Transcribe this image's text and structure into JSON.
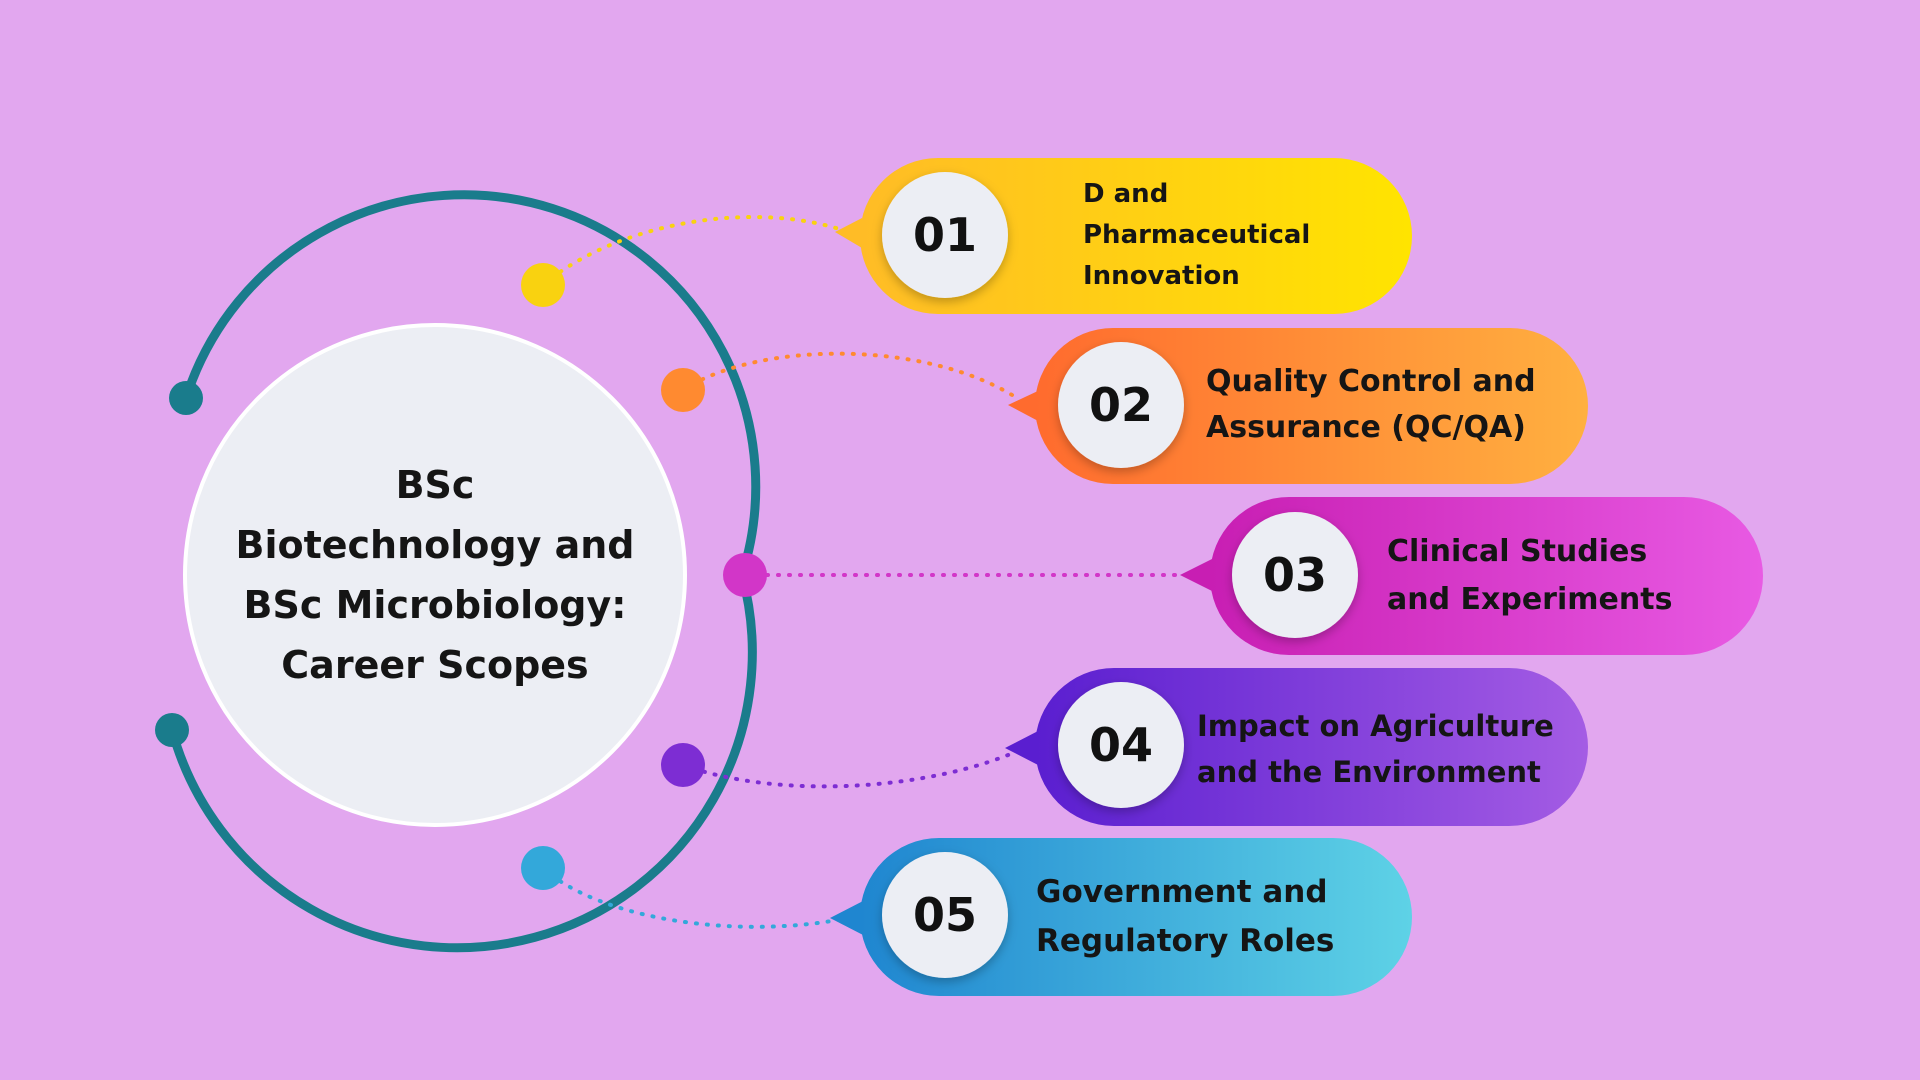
{
  "background_color": "#E2A7EF",
  "center": {
    "lines": [
      "BSc",
      "Biotechnology and",
      "BSc Microbiology:",
      "Career Scopes"
    ],
    "fill": "#ECEEF4",
    "ring_color": "#1A7C8C"
  },
  "items": [
    {
      "number": "01",
      "lines": [
        "D and",
        "Pharmaceutical",
        "Innovation"
      ],
      "gradient": [
        "#FFBC26",
        "#FFE400"
      ],
      "dot_color": "#F9D210"
    },
    {
      "number": "02",
      "lines": [
        "Quality Control and",
        "Assurance (QC/QA)"
      ],
      "gradient": [
        "#FF6B2E",
        "#FFB040"
      ],
      "dot_color": "#FF8A30"
    },
    {
      "number": "03",
      "lines": [
        "Clinical Studies",
        "and Experiments"
      ],
      "gradient": [
        "#C81EB3",
        "#E85AE3"
      ],
      "dot_color": "#D236C8"
    },
    {
      "number": "04",
      "lines": [
        "Impact on Agriculture",
        "and the Environment"
      ],
      "gradient": [
        "#5A1ED0",
        "#A45CE4"
      ],
      "dot_color": "#7D2DD3"
    },
    {
      "number": "05",
      "lines": [
        "Government and",
        "Regulatory Roles"
      ],
      "gradient": [
        "#1F86D0",
        "#5ED2E6"
      ],
      "dot_color": "#33A8DA"
    }
  ]
}
